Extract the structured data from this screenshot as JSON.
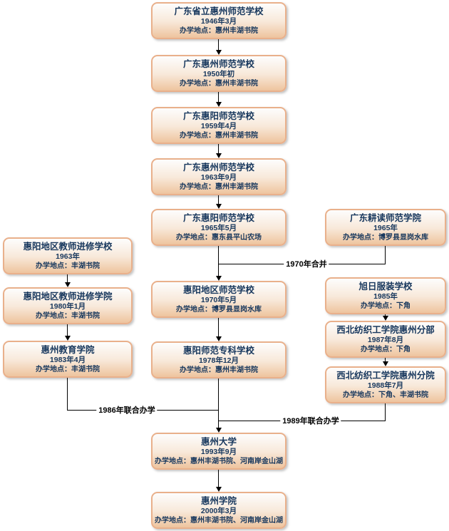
{
  "nodes": {
    "c1": {
      "title": "广东省立惠州师范学校",
      "date": "1946年3月",
      "location": "办学地点：惠州丰湖书院"
    },
    "c2": {
      "title": "广东惠州师范学校",
      "date": "1950年初",
      "location": "办学地点：惠州丰湖书院"
    },
    "c3": {
      "title": "广东惠阳师范学校",
      "date": "1959年4月",
      "location": "办学地点：惠州丰湖书院"
    },
    "c4": {
      "title": "广东惠州师范学校",
      "date": "1963年9月",
      "location": "办学地点：惠州丰湖书院"
    },
    "c5": {
      "title": "广东惠阳师范学校",
      "date": "1965年5月",
      "location": "办学地点：惠东县平山农场"
    },
    "c6": {
      "title": "惠阳地区师范学校",
      "date": "1970年5月",
      "location": "办学地点：博罗县显岗水库"
    },
    "c7": {
      "title": "惠阳师范专科学校",
      "date": "1978年12月",
      "location": "办学地点：惠州丰湖书院"
    },
    "c8": {
      "title": "惠州大学",
      "date": "1993年9月",
      "location": "办学地点：惠州丰湖书院、河南岸金山湖"
    },
    "c9": {
      "title": "惠州学院",
      "date": "2000年3月",
      "location": "办学地点：惠州丰湖书院、河南岸金山湖"
    },
    "l1": {
      "title": "惠阳地区教师进修学校",
      "date": "1963年",
      "location": "办学地点：丰湖书院"
    },
    "l2": {
      "title": "惠阳地区教师进修学院",
      "date": "1980年1月",
      "location": "办学地点：丰湖书院"
    },
    "l3": {
      "title": "惠州教育学院",
      "date": "1983年4月",
      "location": "办学地点：丰湖书院"
    },
    "r1": {
      "title": "广东耕读师范学院",
      "date": "1965年",
      "location": "办学地点：博罗县显岗水库"
    },
    "r2": {
      "title": "旭日服装学校",
      "date": "1985年",
      "location": "办学地点：下角"
    },
    "r3": {
      "title": "西北纺织工学院惠州分部",
      "date": "1987年8月",
      "location": "办学地点：下角"
    },
    "r4": {
      "title": "西北纺织工学院惠州分院",
      "date": "1988年7月",
      "location": "办学地点：下角、丰湖书院"
    }
  },
  "labels": {
    "merge_1970": "1970年合并",
    "joint_1986": "1986年联合办学",
    "joint_1989": "1989年联合办学"
  },
  "colors": {
    "box_border": "#e9b08b",
    "box_top": "#fdfdfd",
    "box_bottom": "#eec49e",
    "title_text": "#17375d",
    "body_text": "#17375d",
    "line_color": "#000000"
  }
}
